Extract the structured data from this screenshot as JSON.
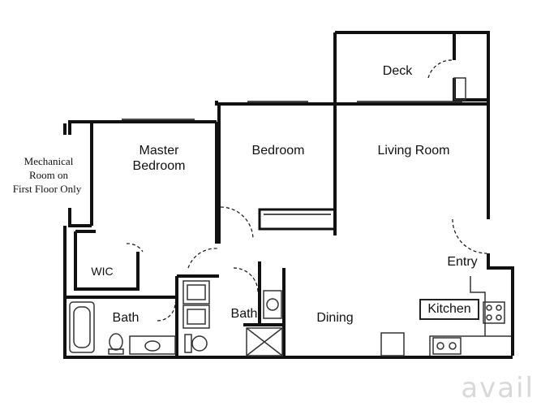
{
  "labels": {
    "deck": "Deck",
    "master_bedroom": "Master\nBedroom",
    "bedroom": "Bedroom",
    "living_room": "Living Room",
    "mechanical_line1": "Mechanical",
    "mechanical_line2": "Room on",
    "mechanical_line3": "First Floor Only",
    "wic": "WIC",
    "bath_left": "Bath",
    "bath_center": "Bath",
    "dining": "Dining",
    "entry": "Entry",
    "kitchen": "Kitchen"
  },
  "watermark": "avail",
  "colors": {
    "wall": "#111111",
    "fixture": "#333333",
    "background": "#ffffff",
    "watermark": "#d8d8d8"
  }
}
